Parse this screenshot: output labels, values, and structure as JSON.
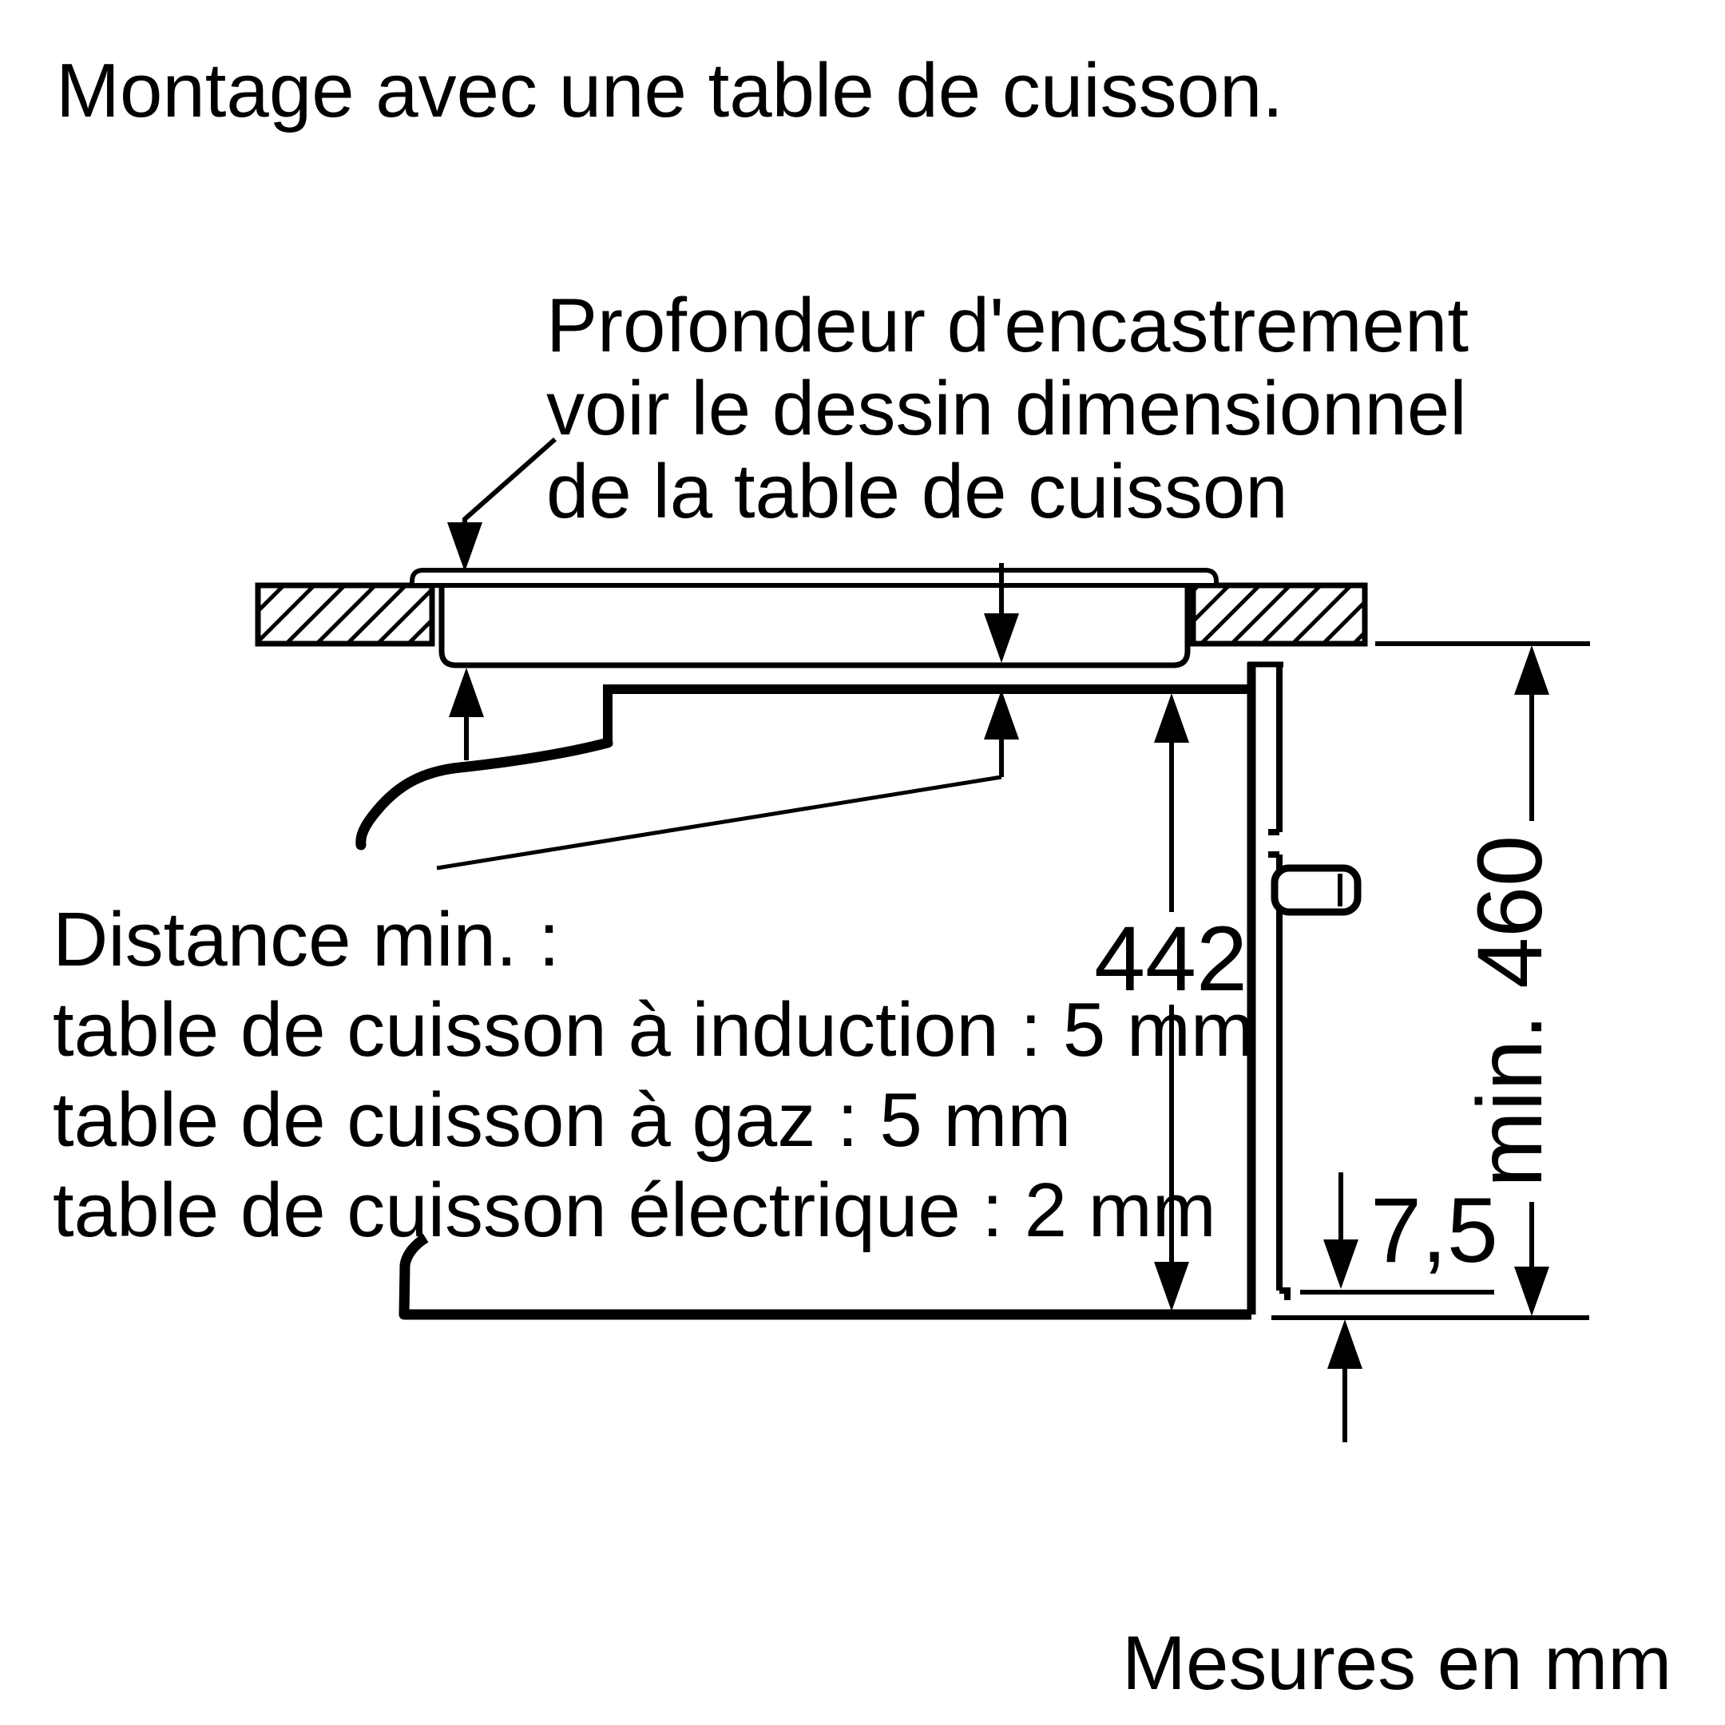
{
  "title": "Montage avec une table de cuisson.",
  "callout": {
    "line1": "Profondeur d'encastrement",
    "line2": "voir le dessin dimensionnel",
    "line3": "de la table de cuisson"
  },
  "distance_note": {
    "line1": "Distance min. :",
    "line2": "table de cuisson à induction : 5 mm",
    "line3": "table de cuisson à gaz : 5 mm",
    "line4": "table de cuisson électrique : 2 mm"
  },
  "dimensions": {
    "oven_height": "442",
    "niche_min_height": "min. 460",
    "bottom_gap": "7,5"
  },
  "footer": "Mesures en mm",
  "colors": {
    "ink": "#000000",
    "background": "#ffffff"
  }
}
